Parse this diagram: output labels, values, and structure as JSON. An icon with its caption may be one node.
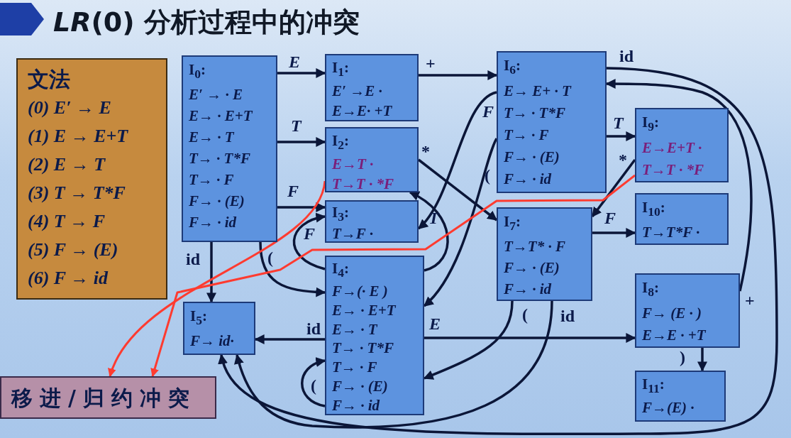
{
  "diagram": {
    "title": "*LR*(0) 分析过程中的冲突",
    "nodes": [
      {
        "text": [
          "文法",
          "(0) E′ → E",
          "(1) E → E+T",
          "(2) E → T",
          "(3) T → T*F",
          "(4) T → F",
          "(5) F → (E)",
          "(6) F → id"
        ]
      },
      {
        "text": [
          "I$_{0}$:",
          "E′ → · E",
          "E→ · E+T",
          "E→ · T",
          "T→ · T*F",
          "T→ · F",
          "F→ · (E)",
          "F→ · id"
        ]
      },
      {
        "text": [
          "I$_{1}$:",
          "E′ →E ·",
          "E→E· +T"
        ]
      },
      {
        "text": [
          "I$_{2}$:",
          "E→T ·",
          "T→T · *F"
        ]
      },
      {
        "text": [
          "I$_{3}$:",
          "T→F ·"
        ]
      },
      {
        "text": [
          "I$_{4}$:",
          "F→(· E )",
          "E→ · E+T",
          "E→ · T",
          "T→ · T*F",
          "T→ · F",
          "F→ · (E)",
          "F→ · id"
        ]
      },
      {
        "text": [
          "I$_{5}$:",
          "F→ id·"
        ]
      },
      {
        "text": [
          "I$_{6}$:",
          "E→ E+ · T",
          "T→ · T*F",
          "T→ · F",
          "F→ · (E)",
          "F→ · id"
        ]
      },
      {
        "text": [
          "I$_{7}$:",
          "T→T* · F",
          "F→ · (E)",
          "F→ · id"
        ]
      },
      {
        "text": [
          "I$_{8}$:",
          "F→ (E · )",
          "E→E · +T"
        ]
      },
      {
        "text": [
          "I$_{9}$:",
          "E→E+T ·",
          "T→T · *F"
        ]
      },
      {
        "text": [
          "I$_{10}$:",
          "T→T*F ·"
        ]
      },
      {
        "text": [
          "I$_{11}$:",
          "F→(E) ·"
        ]
      },
      {
        "text": [
          "移进/归约冲突"
        ]
      }
    ],
    "edges": [
      {
        "from": 1,
        "to": 2,
        "arrow": "to",
        "label": "E"
      },
      {
        "from": 1,
        "to": 3,
        "arrow": "to",
        "label": "T"
      },
      {
        "from": 1,
        "to": 4,
        "arrow": "to",
        "label": "F"
      },
      {
        "from": 1,
        "to": 6,
        "arrow": "to",
        "label": "id"
      },
      {
        "from": 1,
        "to": 5,
        "arrow": "to",
        "label": "("
      },
      {
        "from": 2,
        "to": 7,
        "arrow": "to",
        "label": "+"
      },
      {
        "from": 3,
        "to": 8,
        "arrow": "to",
        "label": "*"
      },
      {
        "from": 5,
        "to": 4,
        "arrow": "to",
        "label": "F"
      },
      {
        "from": 5,
        "to": 3,
        "arrow": "to",
        "label": "T"
      },
      {
        "from": 5,
        "to": 5,
        "arrow": "to",
        "label": "("
      },
      {
        "from": 5,
        "to": 6,
        "arrow": "to",
        "label": "id"
      },
      {
        "from": 5,
        "to": 9,
        "arrow": "to",
        "label": "E"
      },
      {
        "from": 7,
        "to": 4,
        "arrow": "to",
        "label": "F"
      },
      {
        "from": 7,
        "to": 5,
        "arrow": "to",
        "label": "("
      },
      {
        "from": 7,
        "to": 10,
        "arrow": "to",
        "label": "T"
      },
      {
        "from": 7,
        "to": 6,
        "arrow": "to",
        "label": "id"
      },
      {
        "from": 8,
        "to": 11,
        "arrow": "to",
        "label": "F"
      },
      {
        "from": 8,
        "to": 5,
        "arrow": "to",
        "label": "("
      },
      {
        "from": 8,
        "to": 6,
        "arrow": "to",
        "label": "id"
      },
      {
        "from": 9,
        "to": 12,
        "arrow": "to",
        "label": ")"
      },
      {
        "from": 9,
        "to": 7,
        "arrow": "to",
        "label": "+"
      },
      {
        "from": 10,
        "to": 8,
        "arrow": "to",
        "label": "*"
      },
      {
        "from": 3,
        "to": 13,
        "arrow": "to",
        "color": "#ff3b30"
      },
      {
        "from": 10,
        "to": 13,
        "arrow": "to",
        "color": "#ff3b30"
      }
    ]
  }
}
